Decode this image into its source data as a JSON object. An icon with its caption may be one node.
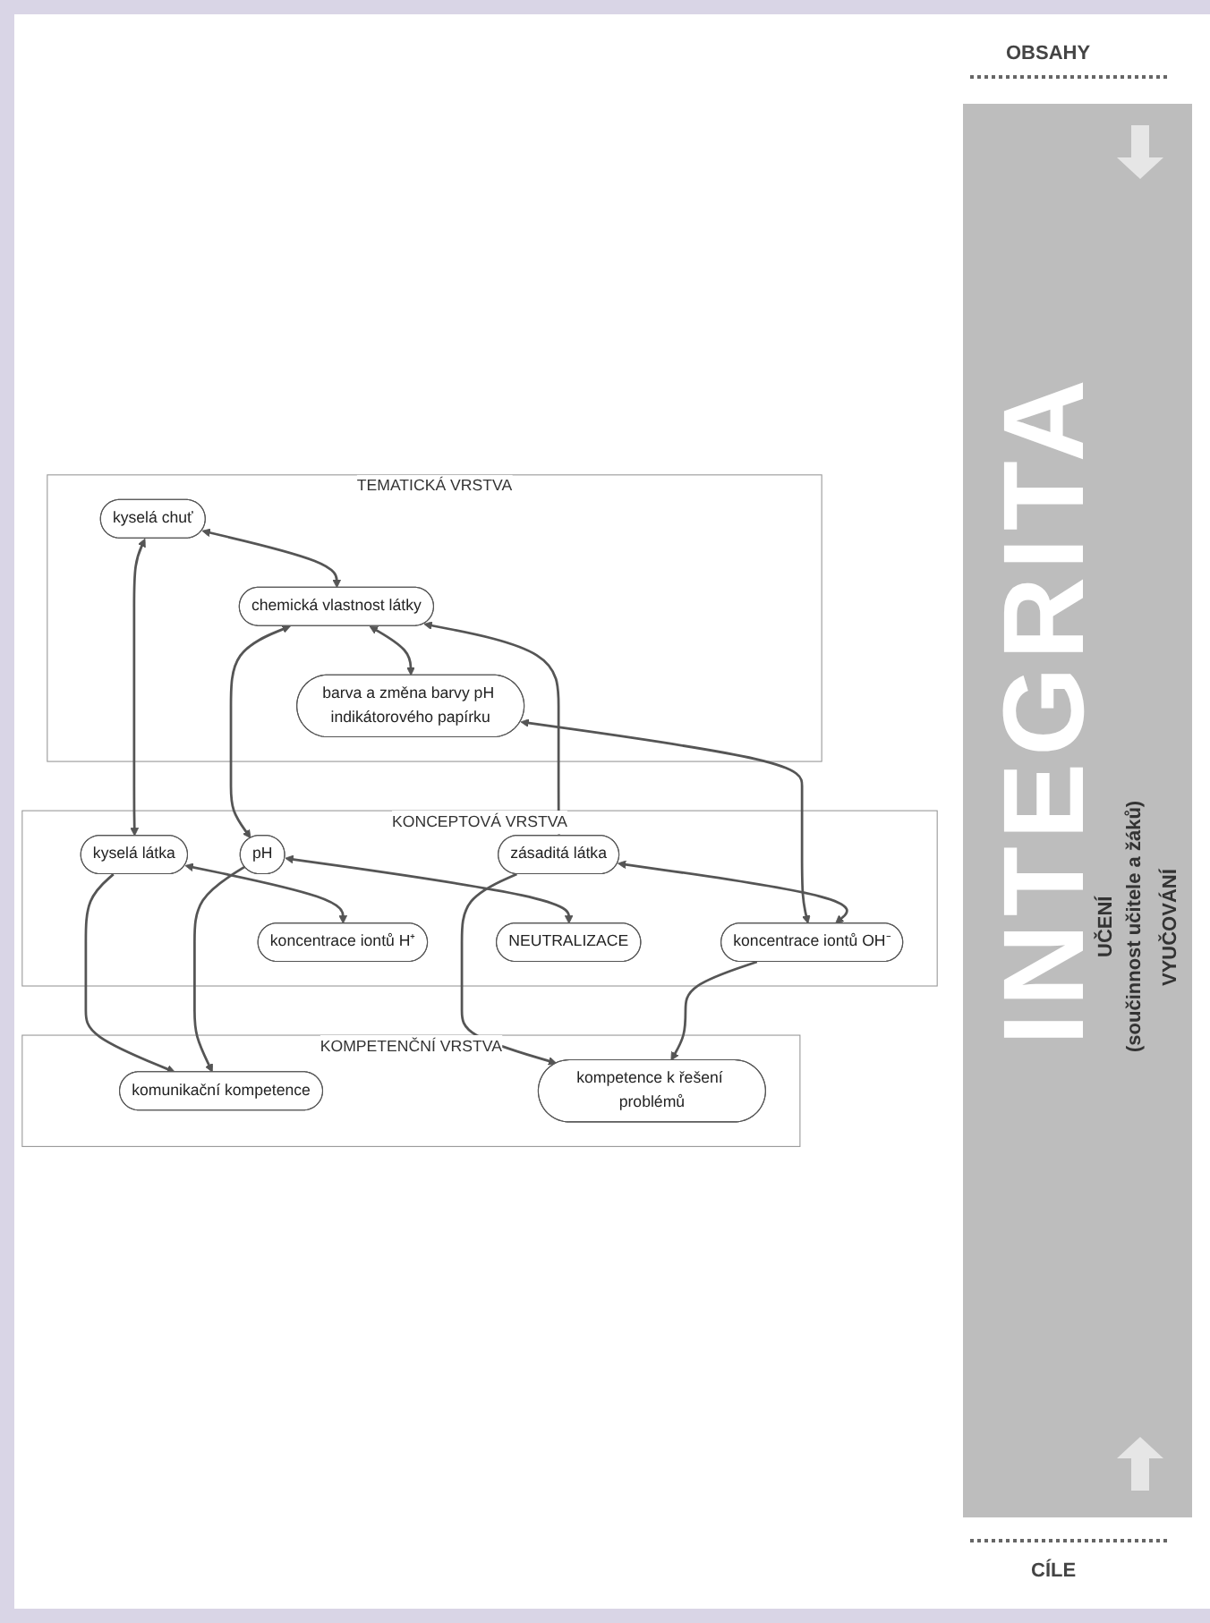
{
  "diagram": {
    "nodes": [
      {
        "text": [
          "TEMATICKÁ VRSTVA"
        ]
      },
      {
        "text": [
          "kyselá chuť"
        ],
        "in": 0
      },
      {
        "text": [
          "chemická vlastnost látky"
        ],
        "in": 0
      },
      {
        "text": [
          "barva a změna barvy pH indikátorového papírku"
        ],
        "in": 0
      },
      {
        "text": [
          "KONCEPTOVÁ VRSTVA"
        ]
      },
      {
        "text": [
          "kyselá látka"
        ],
        "in": 4
      },
      {
        "text": [
          "pH"
        ],
        "in": 4
      },
      {
        "text": [
          "zásaditá látka"
        ],
        "in": 4
      },
      {
        "text": [
          "NEUTRALIZACE"
        ],
        "in": 4
      },
      {
        "text": [
          "koncentrace iontů H⁺"
        ],
        "in": 4
      },
      {
        "text": [
          "koncentrace iontů OH⁻"
        ],
        "in": 4
      },
      {
        "text": [
          "KOMPETENČNÍ VRSTVA"
        ]
      },
      {
        "text": [
          "komunikační kompetence"
        ],
        "in": 11
      },
      {
        "text": [
          "kompetence k řešení problémů"
        ],
        "in": 11
      }
    ],
    "edges": [
      {
        "from": 1,
        "to": 2,
        "arrow": "both"
      },
      {
        "from": 2,
        "to": 3,
        "arrow": "both"
      },
      {
        "from": 1,
        "to": 5,
        "arrow": "both"
      },
      {
        "from": 2,
        "to": 6,
        "arrow": "both"
      },
      {
        "from": 2,
        "to": 7,
        "arrow": "both"
      },
      {
        "from": 3,
        "to": 10,
        "arrow": "both"
      },
      {
        "from": 6,
        "to": 8,
        "arrow": "both"
      },
      {
        "from": 5,
        "to": 9,
        "arrow": "both"
      },
      {
        "from": 7,
        "to": 10,
        "arrow": "both"
      },
      {
        "from": 5,
        "to": 12,
        "arrow": "to"
      },
      {
        "from": 6,
        "to": 12,
        "arrow": "to"
      },
      {
        "from": 7,
        "to": 13,
        "arrow": "to"
      },
      {
        "from": 10,
        "to": 13,
        "arrow": "to"
      }
    ],
    "labels": [
      "OBSAHY",
      "INTEGRITA",
      "UČENÍ",
      "(součinnost učitele a žáků)",
      "VYUČOVÁNÍ",
      "CÍLE"
    ]
  }
}
